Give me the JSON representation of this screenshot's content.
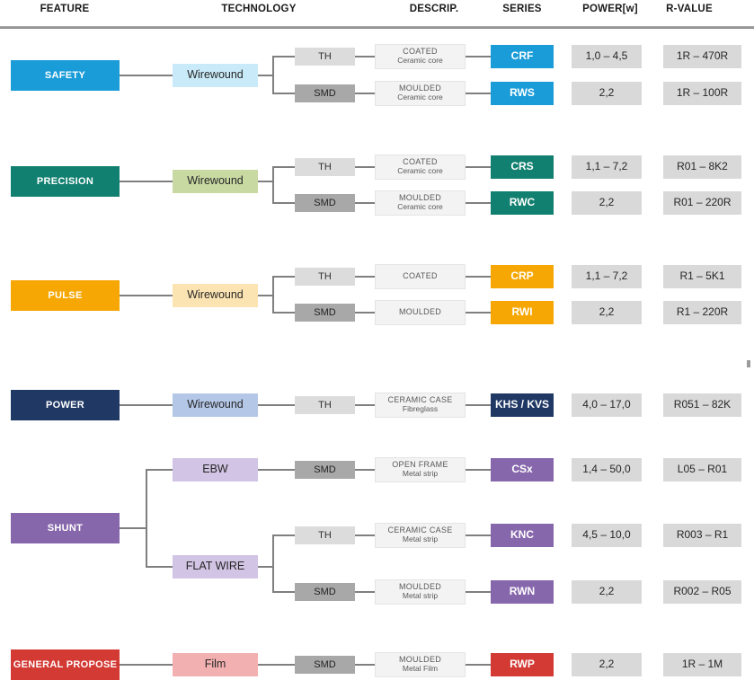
{
  "header": {
    "columns": [
      "FEATURE",
      "TECHNOLOGY",
      "DESCRIP.",
      "SERIES",
      "POWER[w]",
      "R-VALUE"
    ]
  },
  "colors": {
    "safety": "#1a9cd8",
    "safety_tech": "#c9eaf8",
    "precision": "#128070",
    "precision_tech": "#c8d9a2",
    "pulse": "#f6a704",
    "pulse_tech": "#fce4b2",
    "power": "#1f3864",
    "power_tech": "#b4c7e7",
    "shunt": "#8767ac",
    "shunt_tech": "#d2c4e4",
    "general": "#d33a34",
    "general_tech": "#f2b1b0",
    "th_box": "#dcdcdc",
    "smd_box": "#a8a8a8",
    "value_box": "#d9d9d9",
    "desc_box": "#f3f3f3",
    "connector": "#7f7f7f"
  },
  "rows": [
    {
      "feature": "SAFETY",
      "technologies": [
        {
          "label": "Wirewound",
          "branches": [
            {
              "mount": "TH",
              "desc1": "COATED",
              "desc2": "Ceramic core",
              "series": "CRF",
              "power": "1,0 – 4,5",
              "rvalue": "1R – 470R"
            },
            {
              "mount": "SMD",
              "desc1": "MOULDED",
              "desc2": "Ceramic core",
              "series": "RWS",
              "power": "2,2",
              "rvalue": "1R – 100R"
            }
          ]
        }
      ]
    },
    {
      "feature": "PRECISION",
      "technologies": [
        {
          "label": "Wirewound",
          "branches": [
            {
              "mount": "TH",
              "desc1": "COATED",
              "desc2": "Ceramic core",
              "series": "CRS",
              "power": "1,1 – 7,2",
              "rvalue": "R01 – 8K2"
            },
            {
              "mount": "SMD",
              "desc1": "MOULDED",
              "desc2": "Ceramic core",
              "series": "RWC",
              "power": "2,2",
              "rvalue": "R01 – 220R"
            }
          ]
        }
      ]
    },
    {
      "feature": "PULSE",
      "technologies": [
        {
          "label": "Wirewound",
          "branches": [
            {
              "mount": "TH",
              "desc1": "COATED",
              "desc2": "",
              "series": "CRP",
              "power": "1,1 – 7,2",
              "rvalue": "R1 – 5K1"
            },
            {
              "mount": "SMD",
              "desc1": "MOULDED",
              "desc2": "",
              "series": "RWI",
              "power": "2,2",
              "rvalue": "R1 – 220R"
            }
          ]
        }
      ]
    },
    {
      "feature": "POWER",
      "technologies": [
        {
          "label": "Wirewound",
          "branches": [
            {
              "mount": "TH",
              "desc1": "CERAMIC CASE",
              "desc2": "Fibreglass",
              "series": "KHS / KVS",
              "power": "4,0 – 17,0",
              "rvalue": "R051 – 82K"
            }
          ]
        }
      ]
    },
    {
      "feature": "SHUNT",
      "technologies": [
        {
          "label": "EBW",
          "branches": [
            {
              "mount": "SMD",
              "desc1": "OPEN FRAME",
              "desc2": "Metal strip",
              "series": "CSx",
              "power": "1,4 – 50,0",
              "rvalue": "L05 – R01"
            }
          ]
        },
        {
          "label": "FLAT WIRE",
          "branches": [
            {
              "mount": "TH",
              "desc1": "CERAMIC CASE",
              "desc2": "Metal strip",
              "series": "KNC",
              "power": "4,5 – 10,0",
              "rvalue": "R003 – R1"
            },
            {
              "mount": "SMD",
              "desc1": "MOULDED",
              "desc2": "Metal strip",
              "series": "RWN",
              "power": "2,2",
              "rvalue": "R002 – R05"
            }
          ]
        }
      ]
    },
    {
      "feature": "GENERAL PROPOSE",
      "technologies": [
        {
          "label": "Film",
          "branches": [
            {
              "mount": "SMD",
              "desc1": "MOULDED",
              "desc2": "Metal Film",
              "series": "RWP",
              "power": "2,2",
              "rvalue": "1R – 1M"
            }
          ]
        }
      ]
    }
  ]
}
